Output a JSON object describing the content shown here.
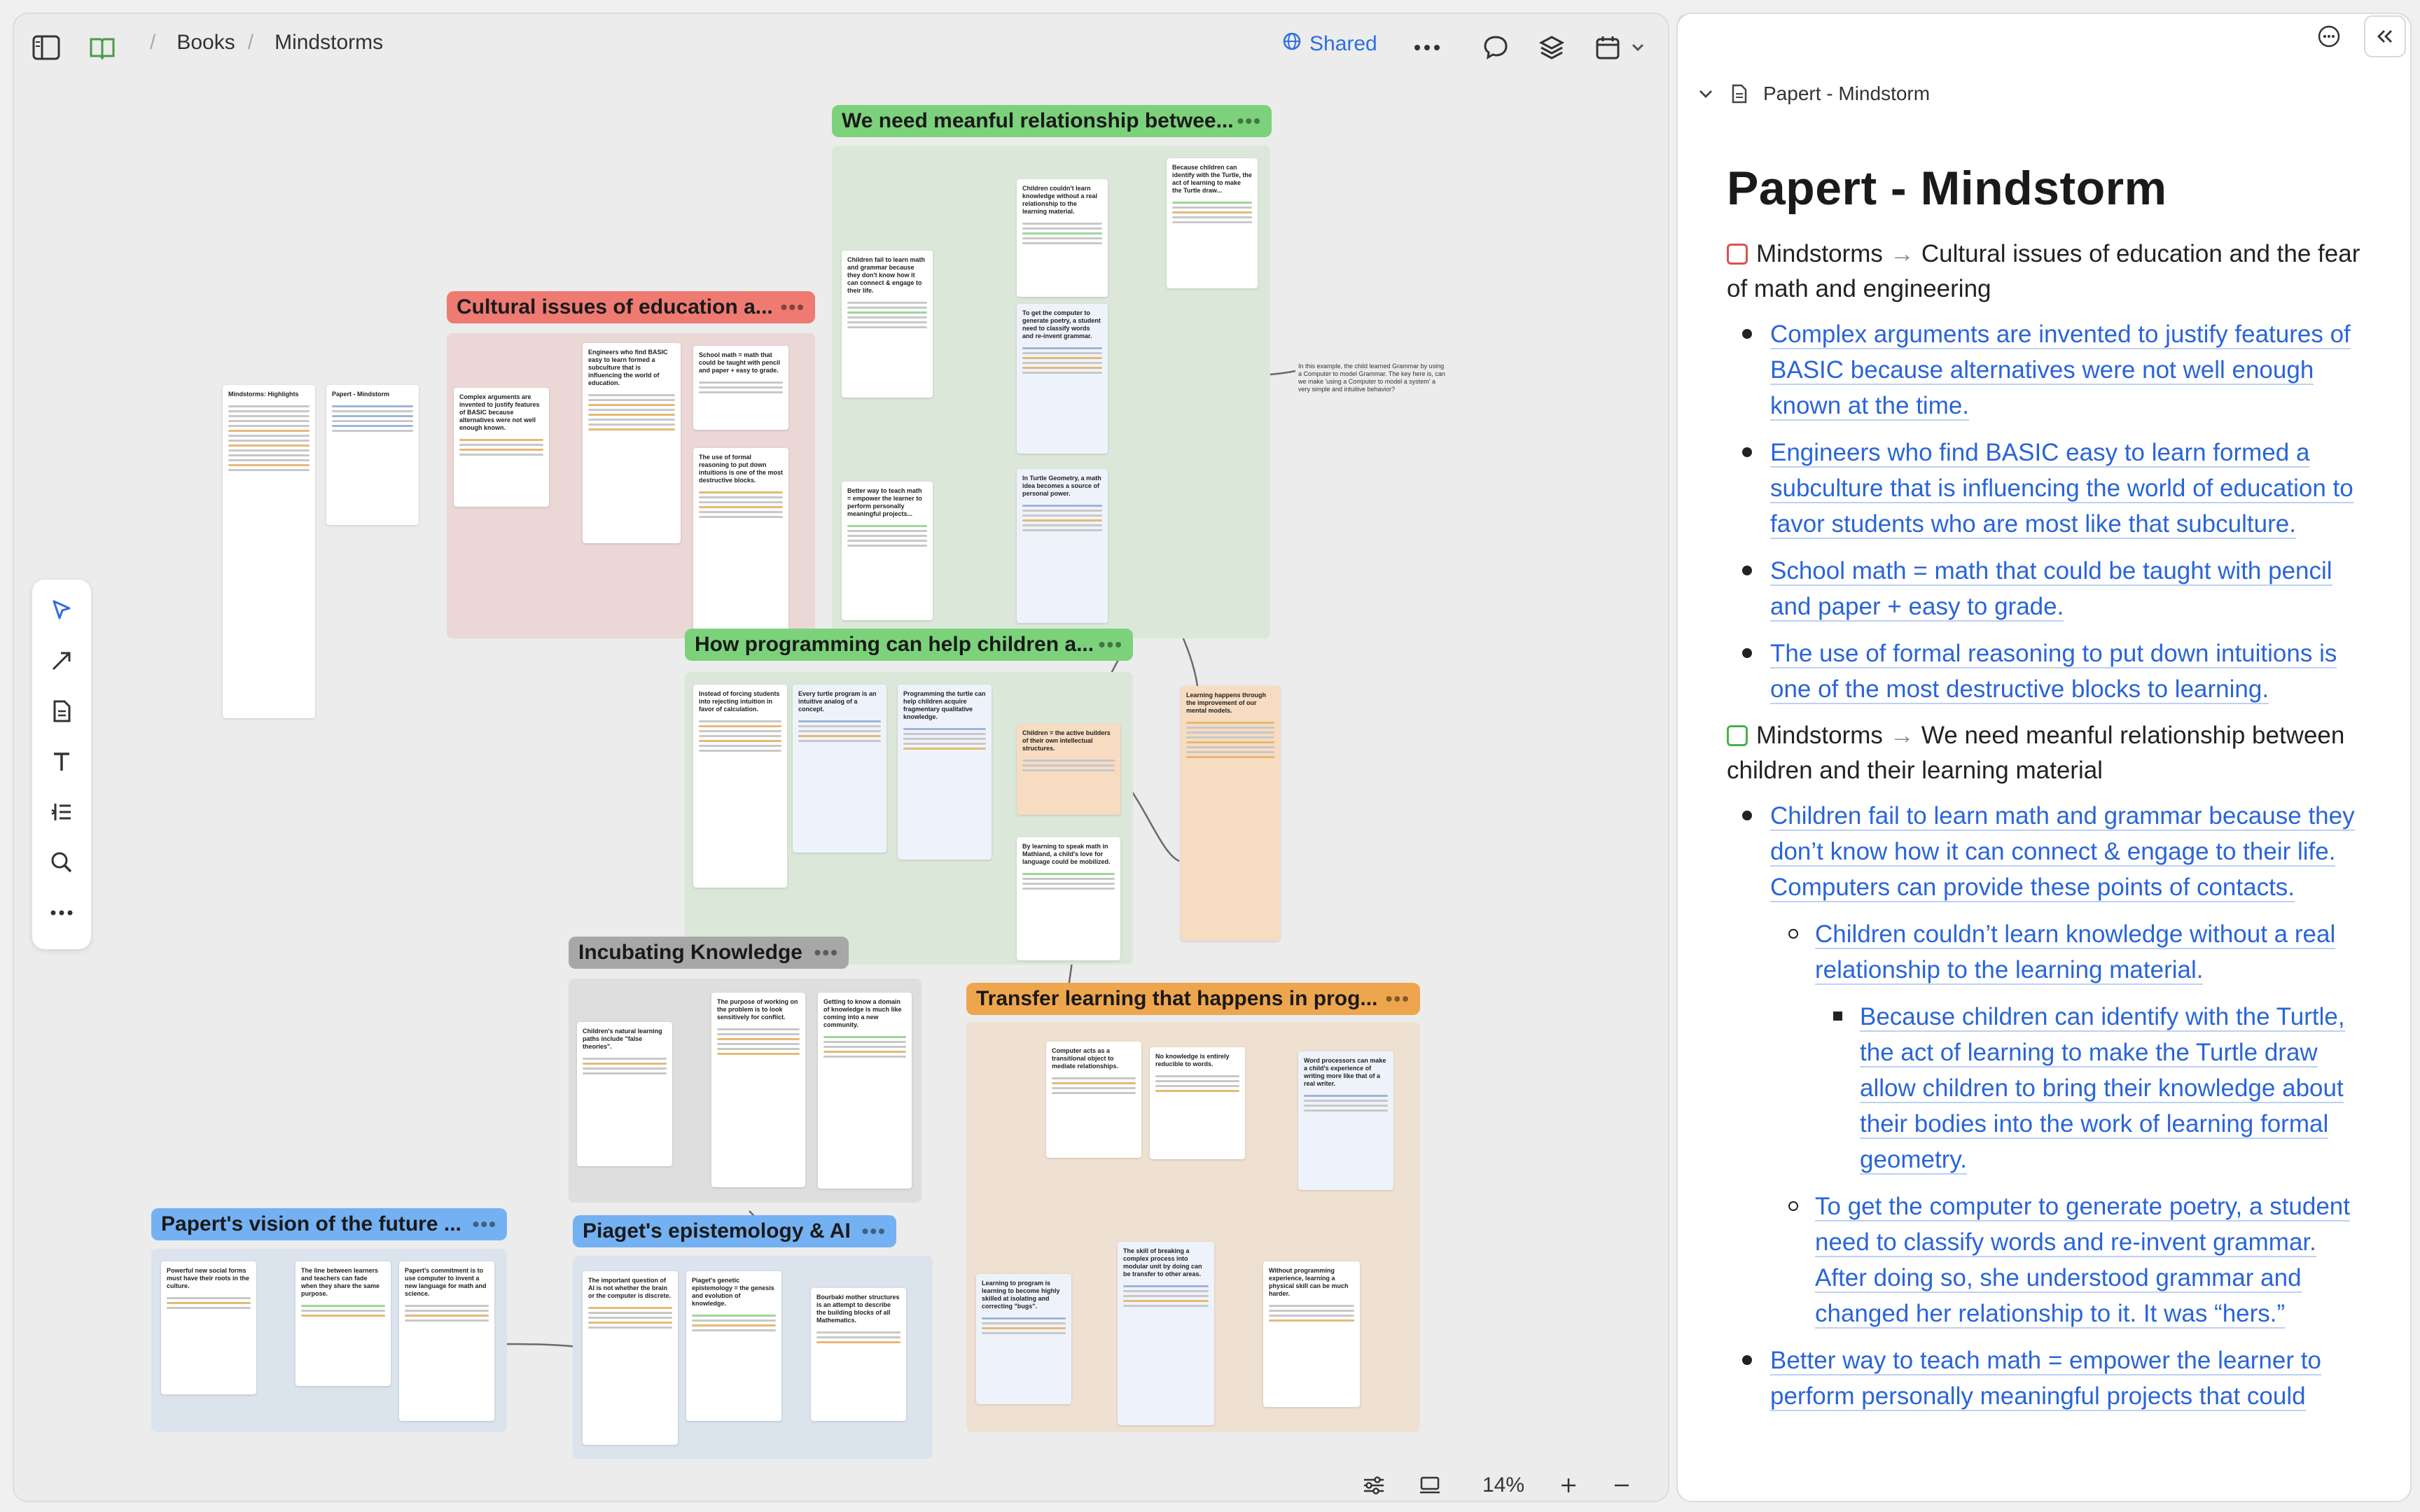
{
  "topbar": {
    "breadcrumbs": [
      "Books",
      "Mindstorms"
    ],
    "shared_label": "Shared"
  },
  "zoom": {
    "level": "14%"
  },
  "canvas": {
    "groups": [
      {
        "title": "We need meanful relationship betwee...",
        "color": "#7cd27a"
      },
      {
        "title": "Cultural issues of education a...",
        "color": "#ee7a72"
      },
      {
        "title": "How programming can help children a...",
        "color": "#7cd27a"
      },
      {
        "title": "Incubating Knowledge",
        "color": "#a7a7a7"
      },
      {
        "title": "Transfer learning that happens in prog...",
        "color": "#eea64e"
      },
      {
        "title": "Papert's vision of the future ...",
        "color": "#74b1f2"
      },
      {
        "title": "Piaget's epistemology & AI",
        "color": "#74b1f2"
      }
    ],
    "note_highlights": "Mindstorms: Highlights",
    "note_papert": "Papert - Mindstorm",
    "side_note": "In this example, the child learned Grammar by using a Computer to model Grammar. The key here is, can we make 'using a Computer to model a system' a very simple and intuitive behavior?"
  },
  "doc": {
    "header": "Papert - Mindstorm",
    "title": "Papert - Mindstorm",
    "sections": [
      {
        "source": "Mindstorms",
        "target": "Cultural issues of education and the fear of math and engineering",
        "items": [
          {
            "text": "Complex arguments are invented to justify features of BASIC because alternatives were not well enough known at the time."
          },
          {
            "text": "Engineers who find BASIC easy to learn formed a subculture that is influencing the world of education to favor students who are most like that subculture."
          },
          {
            "text": "School math = math that could be taught with pencil and paper + easy to grade."
          },
          {
            "text": "The use of formal reasoning to put down intuitions is one of the most destructive blocks to learning."
          }
        ]
      },
      {
        "source": "Mindstorms",
        "target": "We need meanful relationship between children and their learning material",
        "items": [
          {
            "text": "Children fail to learn math and grammar because they don’t know how it can connect & engage to their life. Computers can provide these points of contacts."
          },
          {
            "text": "Children couldn’t learn knowledge without a real relationship to the learning material."
          },
          {
            "text": "Because children can identify with the Turtle, the act of learning to make the Turtle draw allow children to bring their knowledge about their bodies into the work of learning formal geometry."
          },
          {
            "text": "To get the computer to generate poetry, a student need to classify words and re-invent grammar. After doing so, she understood grammar and changed her relationship to it. It was “hers.”"
          },
          {
            "text": "Better way to teach math = empower the learner to perform personally meaningful projects that could"
          }
        ]
      }
    ]
  }
}
